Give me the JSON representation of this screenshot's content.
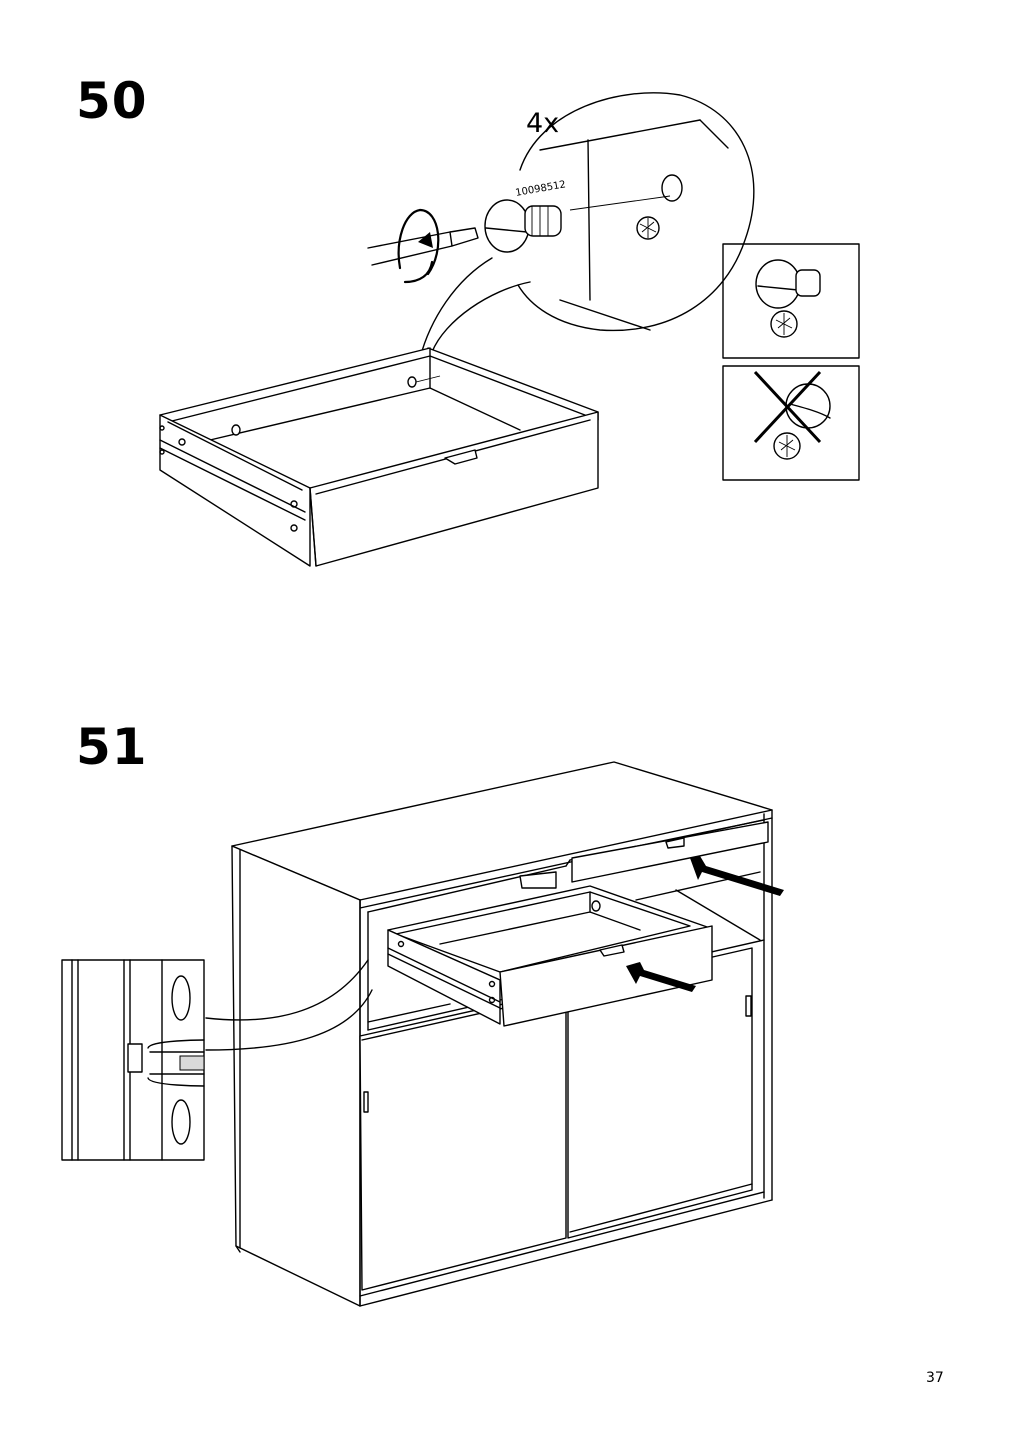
{
  "steps": [
    {
      "number": "50",
      "quantity": "4x",
      "part_number": "10098512",
      "check_panels": [
        {
          "state": "correct",
          "icon": "screw-correct-icon"
        },
        {
          "state": "incorrect",
          "icon": "screw-incorrect-icon"
        }
      ]
    },
    {
      "number": "51"
    }
  ],
  "page": {
    "number": "37"
  }
}
